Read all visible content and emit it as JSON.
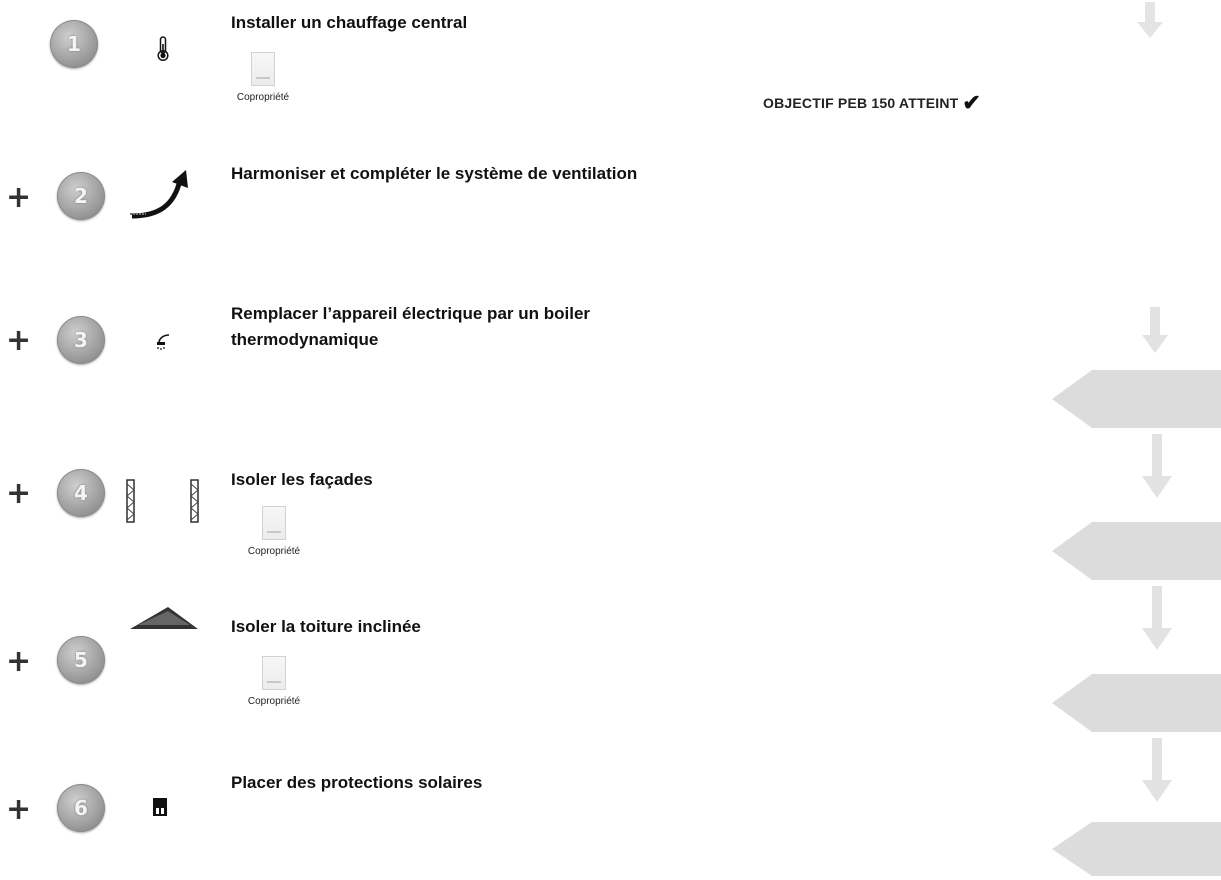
{
  "steps": [
    {
      "number": "1",
      "plus": "",
      "title": "Installer un chauffage central",
      "icon": "thermometer-icon",
      "ownership": "Copropriété"
    },
    {
      "number": "2",
      "plus": "+",
      "title": "Harmoniser et compléter le système de ventilation",
      "icon": "ventilation-icon",
      "ownership": ""
    },
    {
      "number": "3",
      "plus": "+",
      "title_lines": [
        "Remplacer l’appareil électrique par un boiler",
        "thermodynamique"
      ],
      "icon": "shower-icon",
      "ownership": ""
    },
    {
      "number": "4",
      "plus": "+",
      "title": "Isoler les façades",
      "icon": "wall-insulation-icon",
      "ownership": "Copropriété"
    },
    {
      "number": "5",
      "plus": "+",
      "title": "Isoler la toiture inclinée",
      "icon": "roof-icon",
      "ownership": "Copropriété"
    },
    {
      "number": "6",
      "plus": "+",
      "title": "Placer des protections solaires",
      "icon": "window-shade-icon",
      "ownership": ""
    }
  ],
  "objective": {
    "text": "OBJECTIF PEB 150 ATTEINT",
    "icon": "checkmark-icon"
  },
  "colors": {
    "badge": "#9a9a9a",
    "text": "#111111",
    "faded": "#d9d9d9"
  }
}
